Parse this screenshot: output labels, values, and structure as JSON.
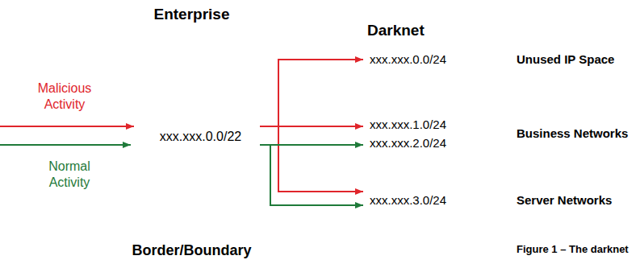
{
  "diagram": {
    "caption": "Figure 1 – The darknet",
    "nodes": [
      {
        "text": [
          "Enterprise",
          "xxx.xxx.0.0/22",
          "Border/Boundary"
        ]
      },
      {
        "text": [
          "Darknet"
        ]
      },
      {
        "text": [
          "xxx.xxx.0.0/24",
          "Unused IP Space"
        ],
        "in": 1
      },
      {
        "text": [
          "xxx.xxx.1.0/24",
          "xxx.xxx.2.0/24",
          "Business Networks"
        ]
      },
      {
        "text": [
          "xxx.xxx.3.0/24",
          "Server Networks"
        ]
      }
    ],
    "edges": [
      {
        "from": 0,
        "to": 2,
        "arrow": "to"
      },
      {
        "from": 0,
        "to": 3,
        "arrow": "to"
      },
      {
        "from": 0,
        "to": 4,
        "arrow": "to"
      },
      {
        "from": 0,
        "to": 3,
        "arrow": "to"
      },
      {
        "from": 0,
        "to": 4,
        "arrow": "to"
      }
    ],
    "labels": [
      "Malicious Activity",
      "Normal Activity"
    ]
  }
}
